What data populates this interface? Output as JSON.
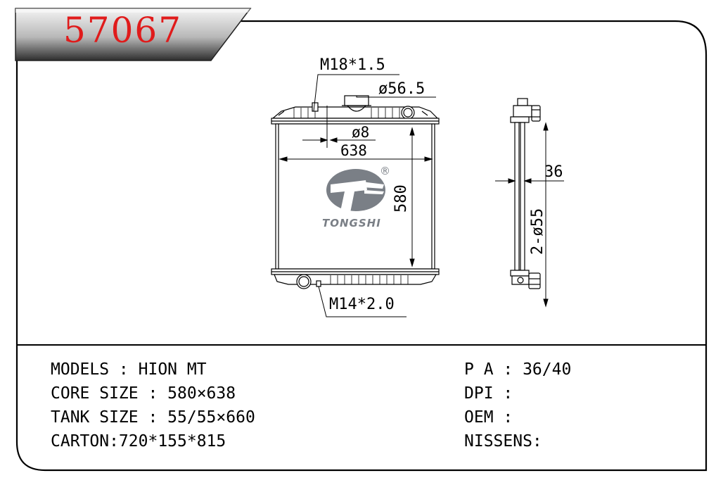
{
  "part_number": "57067",
  "drawing": {
    "brand": "TONGSHI",
    "registered_mark": "®",
    "dimensions": {
      "top_thread": "M18*1.5",
      "cap_diameter": "ø56.5",
      "pipe_diameter": "ø8",
      "core_width": "638",
      "core_height": "580",
      "bottom_thread": "M14*2.0",
      "core_depth": "36",
      "inlet_outlet": "2-ø55"
    }
  },
  "specs": {
    "models": "MODELS : HION MT",
    "core_size": "CORE SIZE : 580×638",
    "tank_size": "TANK SIZE : 55/55×660",
    "carton": "CARTON:720*155*815",
    "pa": "P A : 36/40",
    "dpi": "DPI :",
    "oem": "OEM :",
    "nissens": "NISSENS:"
  },
  "colors": {
    "part_number": "#e01b1b",
    "tab_dark": "#3a3a3a",
    "tab_light": "#f2f2f2",
    "logo_gray": "#7a7f86"
  }
}
